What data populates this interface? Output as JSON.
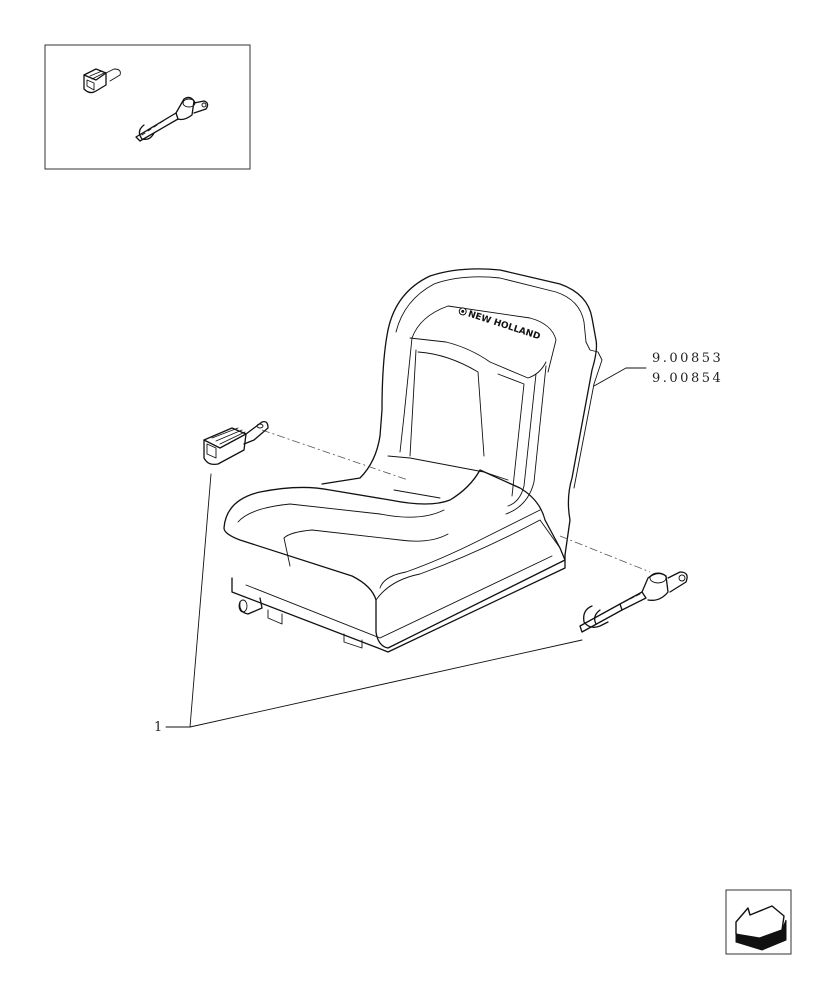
{
  "inset": {
    "parts": [
      "buckle-icon",
      "belt-tongue-icon"
    ]
  },
  "seat": {
    "brand_text": "NEW HOLLAND"
  },
  "references": {
    "line1": "9.00853",
    "line2": "9.00854"
  },
  "callouts": {
    "item_number": "1"
  },
  "nav": {
    "icon": "back-arrow-icon"
  },
  "colors": {
    "line": "#111111",
    "background": "#ffffff"
  }
}
